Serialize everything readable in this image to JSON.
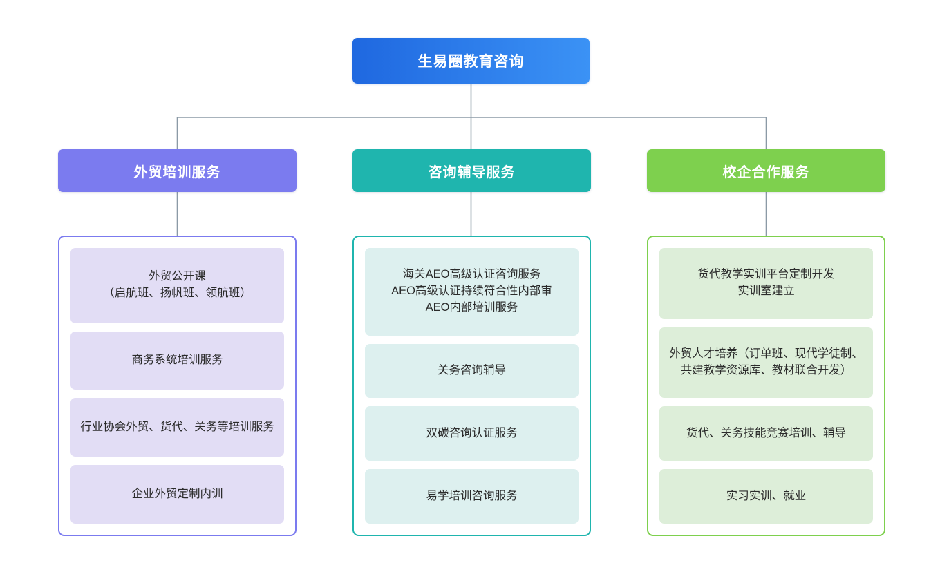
{
  "diagram": {
    "type": "organizational-tree",
    "root": {
      "label": "生易圈教育咨询",
      "gradient_from": "#1f68e0",
      "gradient_to": "#3b92f5",
      "text_color": "#ffffff"
    },
    "connector_color": "#8b9aa6",
    "background": "#ffffff",
    "branches": [
      {
        "label": "外贸培训服务",
        "header_color": "#7b7bef",
        "panel_border_color": "#7b7bef",
        "item_background": "#e2ddf5",
        "items": [
          "外贸公开课\n（启航班、扬帆班、领航班）",
          "商务系统培训服务",
          "行业协会外贸、货代、关务等培训服务",
          "企业外贸定制内训"
        ]
      },
      {
        "label": "咨询辅导服务",
        "header_color": "#1fb5ae",
        "panel_border_color": "#1fb5ae",
        "item_background": "#ddf0ef",
        "items": [
          "海关AEO高级认证咨询服务\nAEO高级认证持续符合性内部审\nAEO内部培训服务",
          "关务咨询辅导",
          "双碳咨询认证服务",
          "易学培训咨询服务"
        ]
      },
      {
        "label": "校企合作服务",
        "header_color": "#7ed04e",
        "panel_border_color": "#7ed04e",
        "item_background": "#ddeed9",
        "items": [
          "货代教学实训平台定制开发\n实训室建立",
          "外贸人才培养（订单班、现代学徒制、共建教学资源库、教材联合开发）",
          "货代、关务技能竞赛培训、辅导",
          "实习实训、就业"
        ]
      }
    ]
  }
}
